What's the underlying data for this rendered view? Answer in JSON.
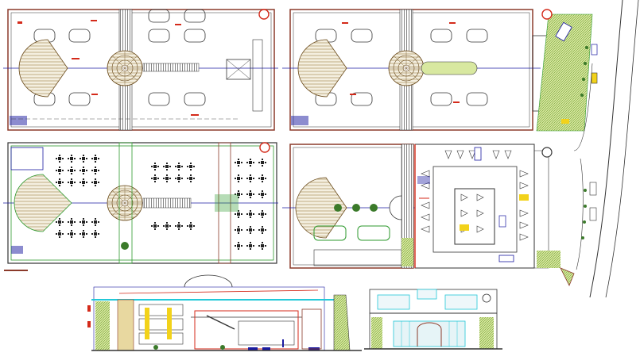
{
  "drawing": {
    "sheet_title": "",
    "colors": {
      "wall": "#8b3a2a",
      "outline": "#1a1aa0",
      "ink": "#222222",
      "accent_green": "#2e9a2e",
      "accent_yellow": "#f2d21a",
      "accent_red": "#d42a1a",
      "cyan": "#22c8d8",
      "tree": "#3b7a2a",
      "paving": "#b8d070"
    },
    "views": [
      {
        "id": "plan-a",
        "label": ""
      },
      {
        "id": "plan-b",
        "label": ""
      },
      {
        "id": "plan-c",
        "label": ""
      },
      {
        "id": "plan-d",
        "label": ""
      },
      {
        "id": "section",
        "label": ""
      },
      {
        "id": "elevation",
        "label": ""
      }
    ]
  }
}
